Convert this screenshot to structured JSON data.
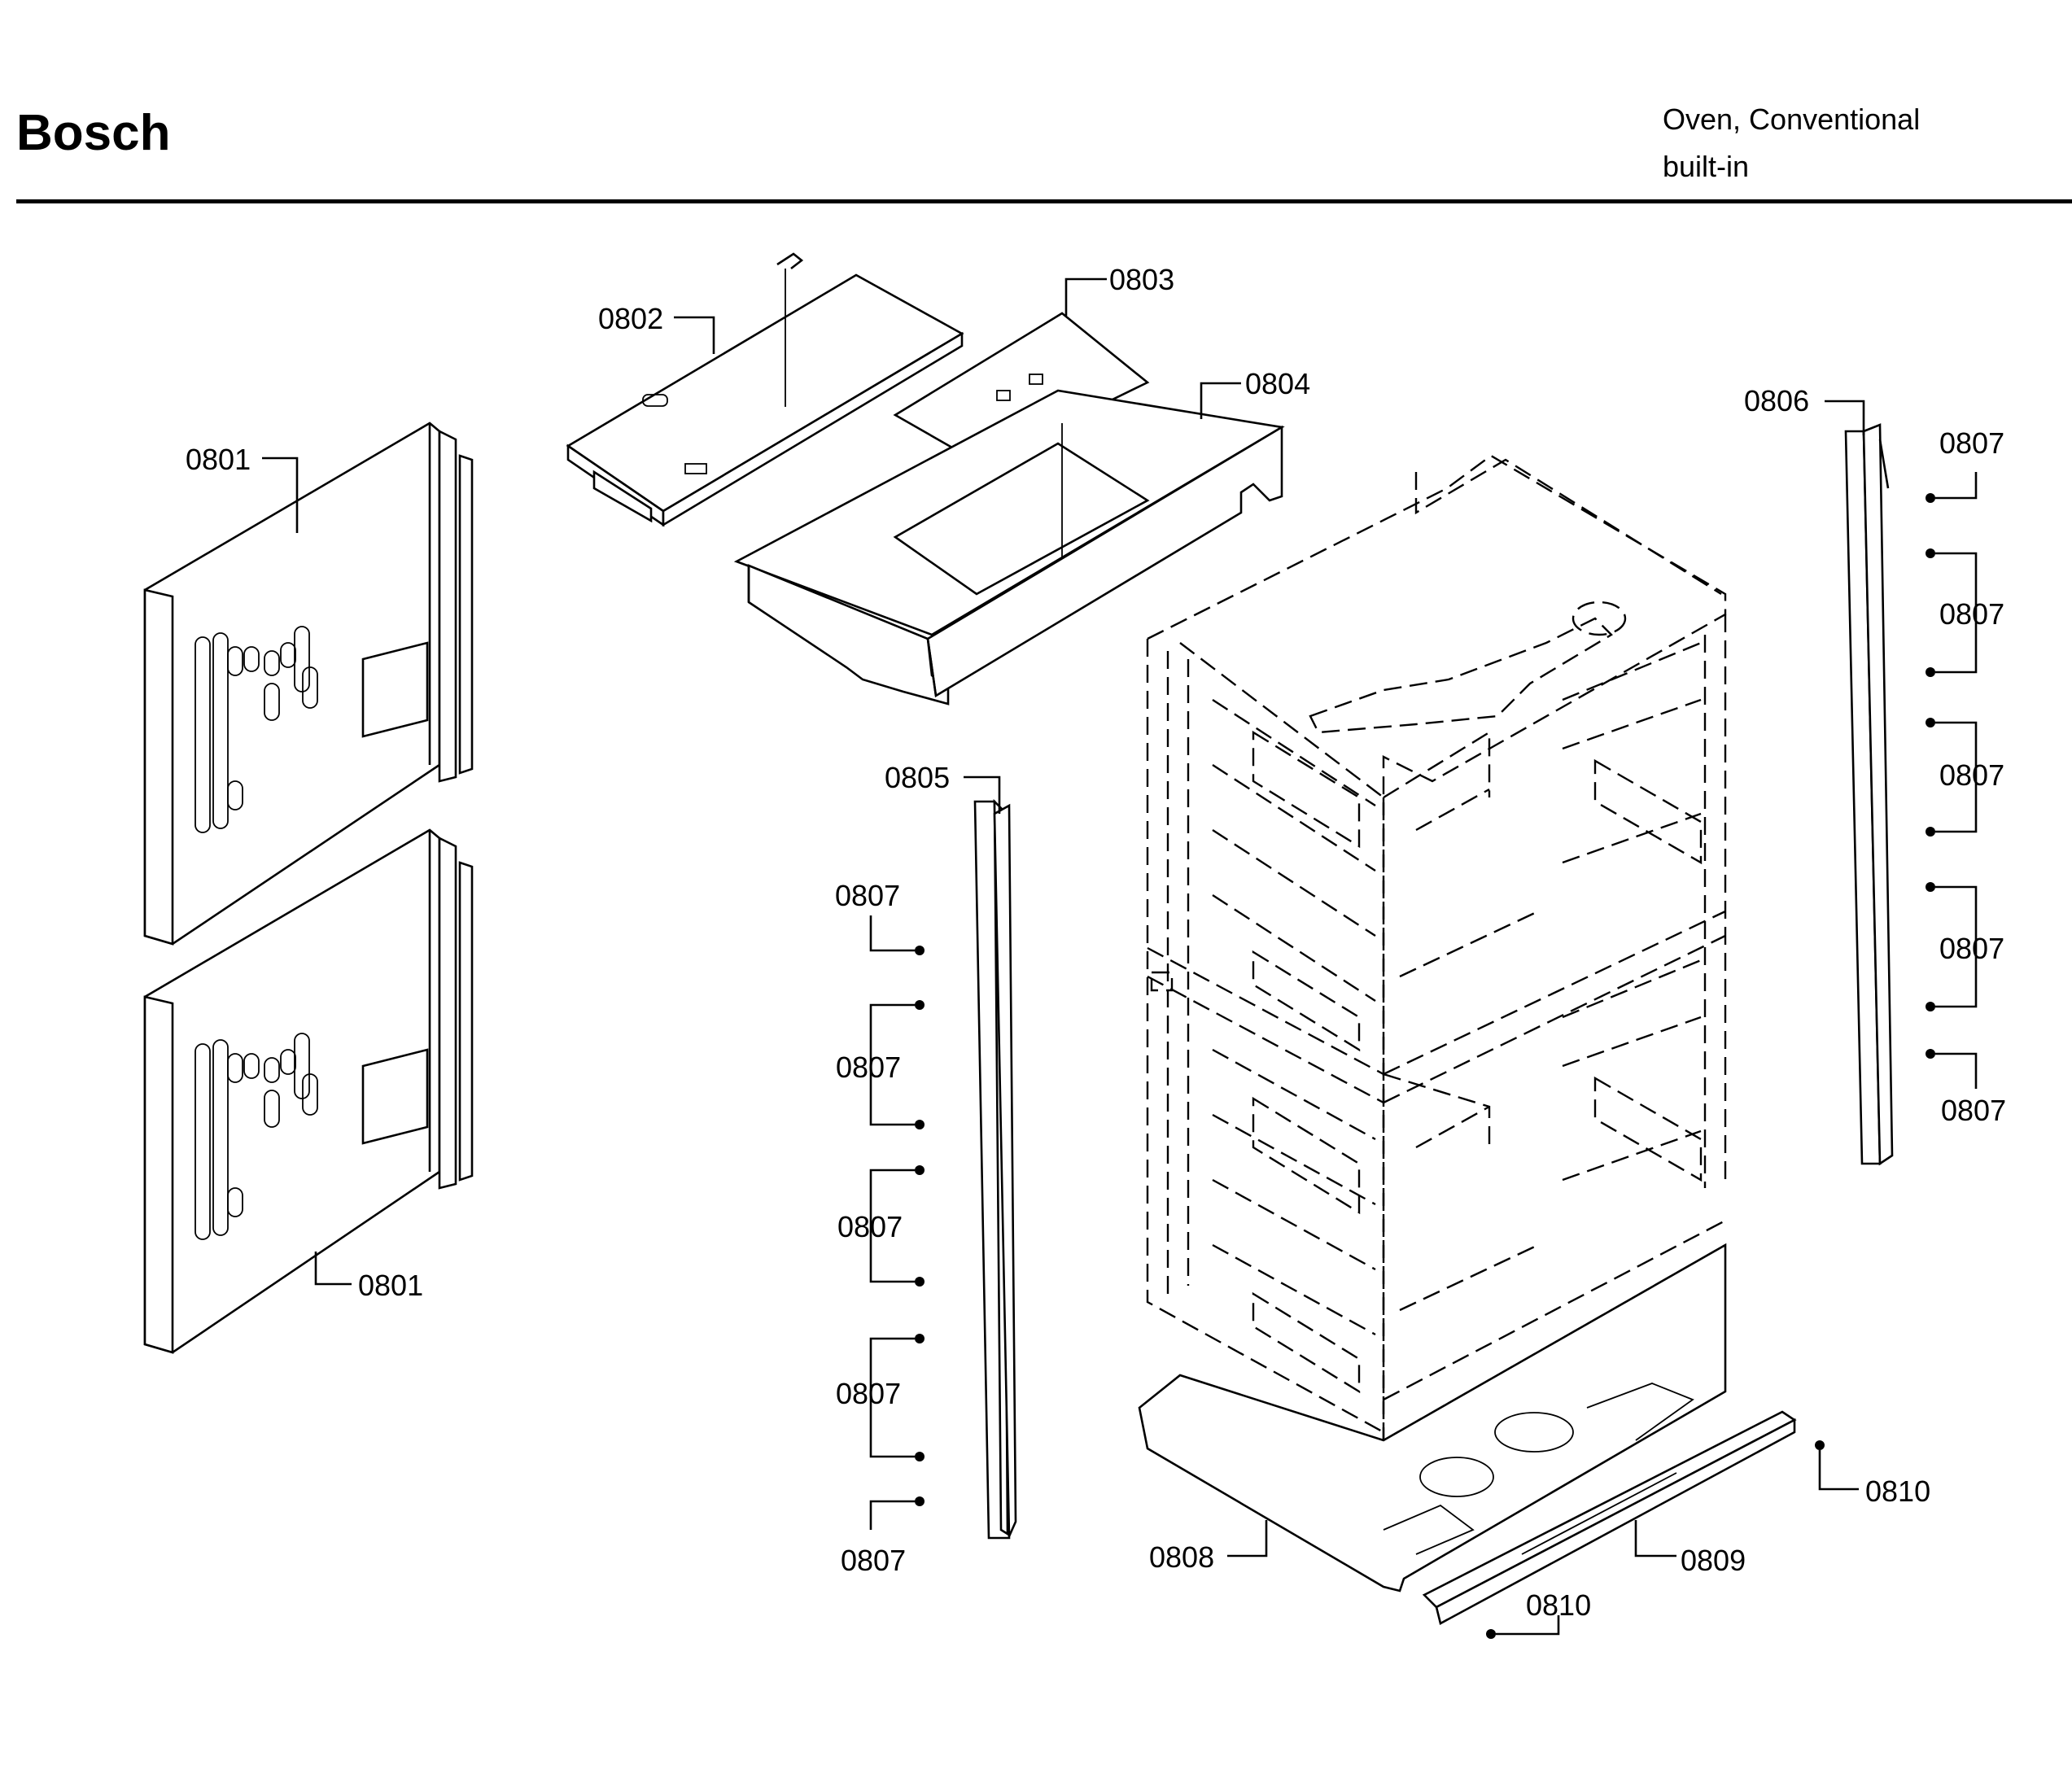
{
  "header": {
    "brand": "Bosch",
    "product_line1": "Oven, Conventional",
    "product_line2": "built-in"
  },
  "parts": {
    "p0801a": "0801",
    "p0801b": "0801",
    "p0802": "0802",
    "p0803": "0803",
    "p0804": "0804",
    "p0805": "0805",
    "p0806": "0806",
    "p0807_l1": "0807",
    "p0807_l2": "0807",
    "p0807_l3": "0807",
    "p0807_l4": "0807",
    "p0807_l5": "0807",
    "p0807_r1": "0807",
    "p0807_r2": "0807",
    "p0807_r3": "0807",
    "p0807_r4": "0807",
    "p0807_r5": "0807",
    "p0808": "0808",
    "p0809": "0809",
    "p0810a": "0810",
    "p0810b": "0810"
  }
}
